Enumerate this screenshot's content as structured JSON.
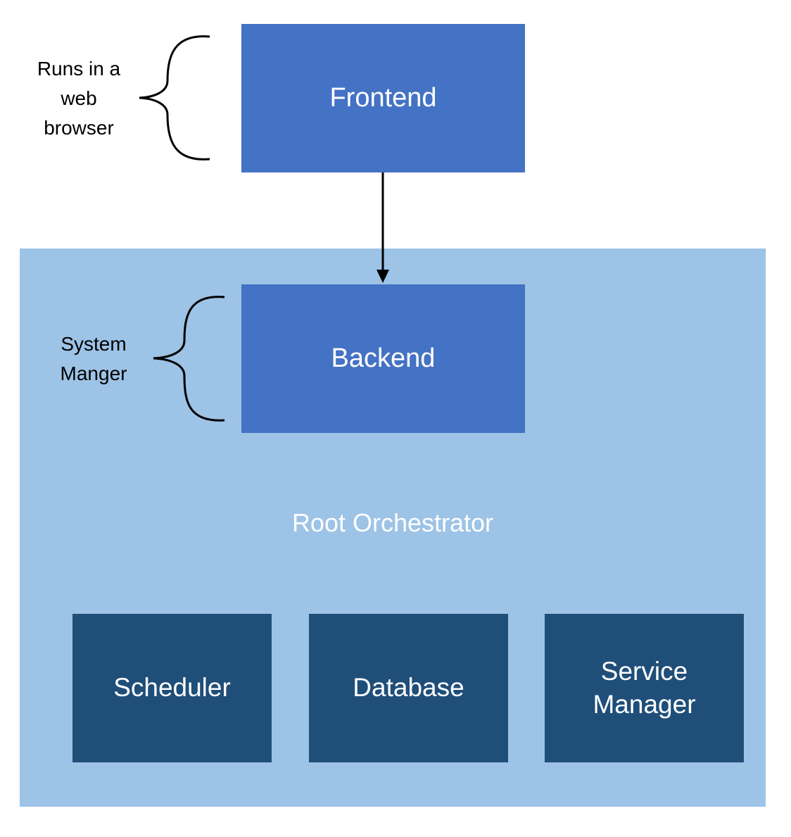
{
  "frontend": {
    "label": "Frontend"
  },
  "backend": {
    "label": "Backend"
  },
  "orchestrator": {
    "label": "Root Orchestrator"
  },
  "components": {
    "scheduler": "Scheduler",
    "database": "Database",
    "service_manager_line1": "Service",
    "service_manager_line2": "Manager"
  },
  "annotations": {
    "browser_line1": "Runs in a",
    "browser_line2": "web",
    "browser_line3": "browser",
    "system_line1": "System",
    "system_line2": "Manger"
  },
  "colors": {
    "frontend_backend_fill": "#4472c4",
    "orchestrator_fill": "#9dc3e6",
    "component_fill": "#1f4e79",
    "arrow": "#000000"
  },
  "icons": {
    "brace": "left-curly-brace-icon",
    "arrow": "arrow-down-icon"
  }
}
